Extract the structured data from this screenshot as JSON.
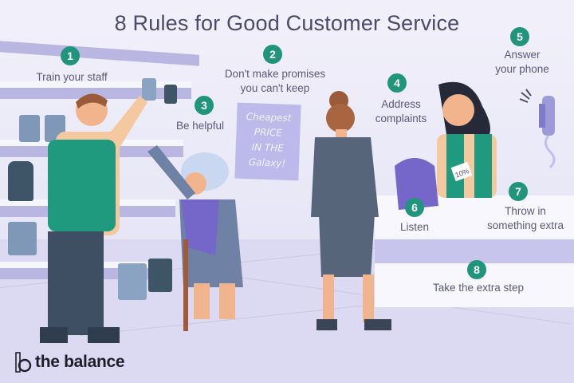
{
  "title": "8 Rules for Good Customer Service",
  "rules": [
    {
      "number": "1",
      "label": "Train your staff"
    },
    {
      "number": "2",
      "label": "Don't make promises\nyou can't keep"
    },
    {
      "number": "3",
      "label": "Be helpful"
    },
    {
      "number": "4",
      "label": "Address\ncomplaints"
    },
    {
      "number": "5",
      "label": "Answer\nyour phone"
    },
    {
      "number": "6",
      "label": "Listen"
    },
    {
      "number": "7",
      "label": "Throw in\nsomething extra"
    },
    {
      "number": "8",
      "label": "Take the extra step"
    }
  ],
  "poster": {
    "text": "Cheapest\nPRICE\nIN THE\nGalaxy!"
  },
  "tag": {
    "text": "10%"
  },
  "brand": {
    "name": "the balance"
  },
  "colors": {
    "badge": "#21957c",
    "text": "#5b5a78",
    "title": "#4b4a6b",
    "accent_purple": "#7467c9"
  }
}
